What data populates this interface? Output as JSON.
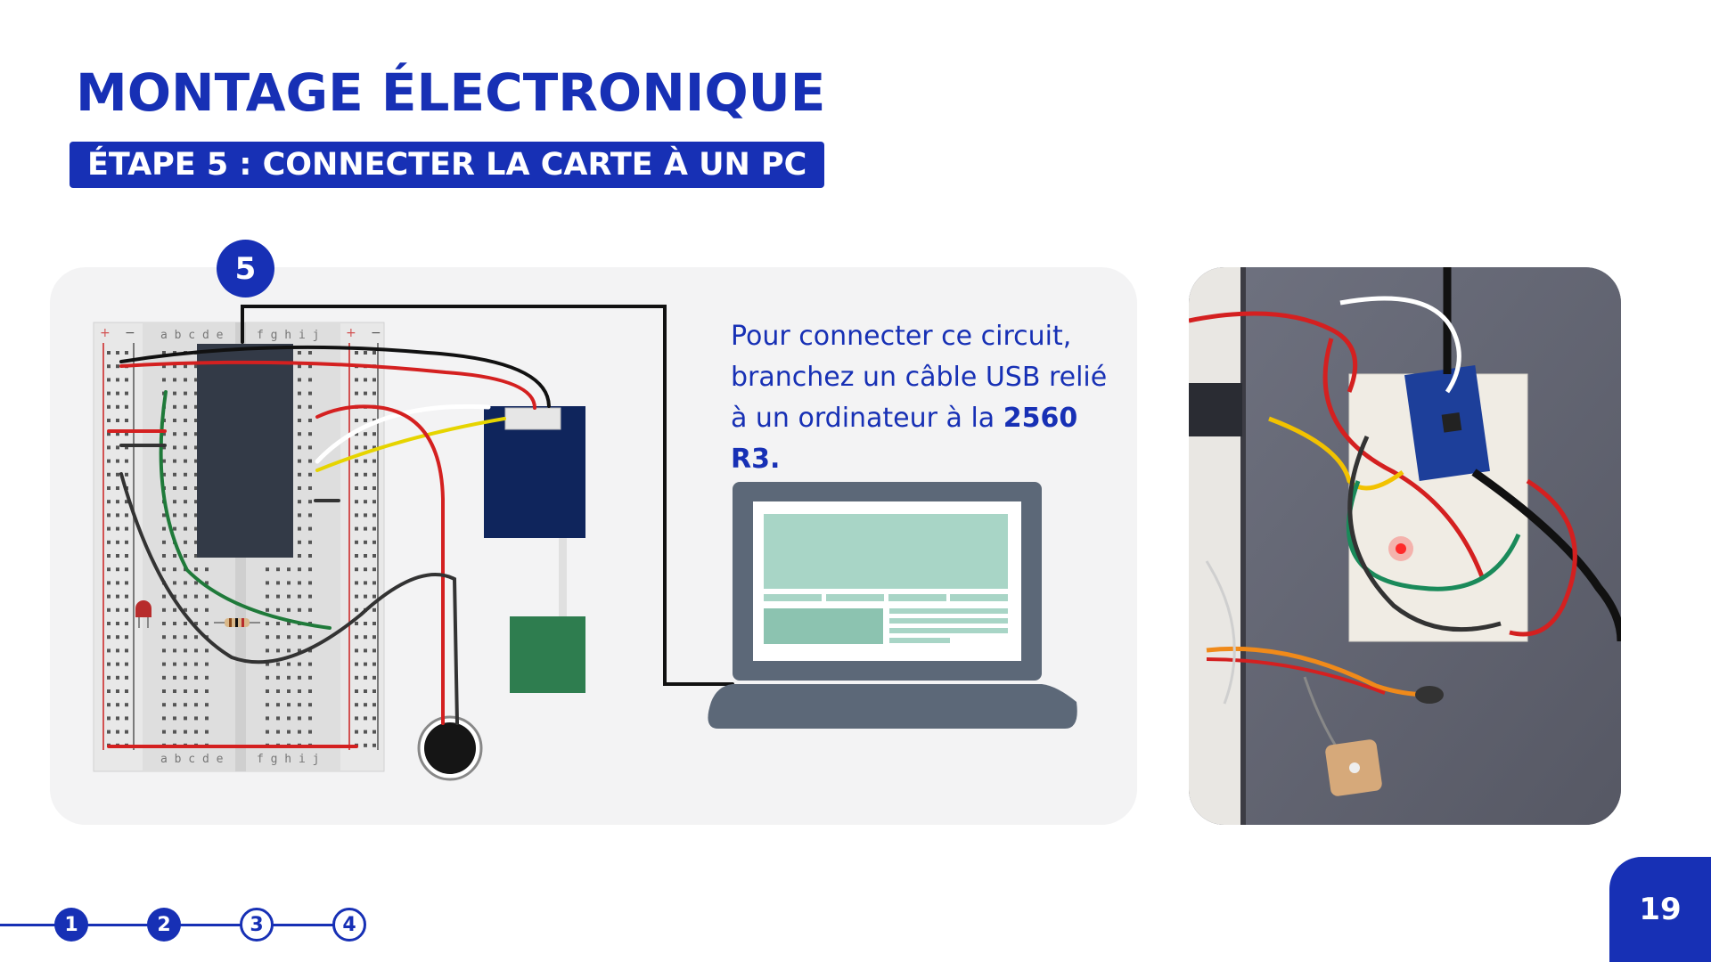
{
  "header": {
    "title": "MONTAGE ÉLECTRONIQUE",
    "step_label": "ÉTAPE 5 : CONNECTER LA CARTE À UN PC"
  },
  "diagram": {
    "step_number": "5",
    "breadboard_columns_left": "a b c d e",
    "breadboard_columns_right": "f g h i j",
    "rail_plus": "+",
    "rail_minus": "−"
  },
  "description": {
    "text_before": "Pour connecter ce circuit, branchez un câble USB relié à un ordinateur à la ",
    "text_bold": "2560 R3."
  },
  "progress": {
    "steps": [
      {
        "label": "1",
        "state": "done"
      },
      {
        "label": "2",
        "state": "done"
      },
      {
        "label": "3",
        "state": "todo"
      },
      {
        "label": "4",
        "state": "todo"
      }
    ]
  },
  "page_number": "19",
  "colors": {
    "accent": "#1730b5",
    "panel": "#f3f3f4",
    "laptop": "#5c6878",
    "screen_mint": "#a8d5c6"
  },
  "icons": {
    "laptop": "laptop-icon",
    "photo": "circuit-photo"
  }
}
